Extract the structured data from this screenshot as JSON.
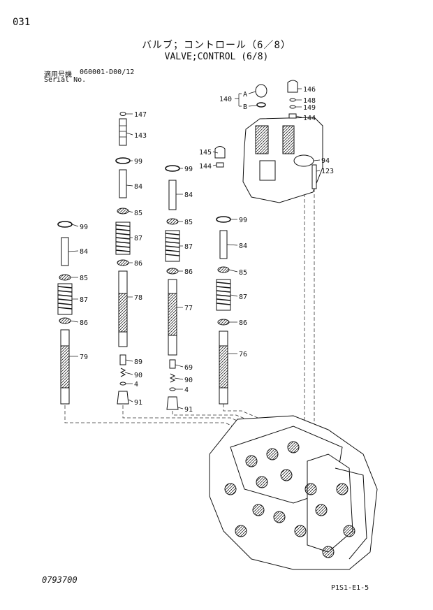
{
  "header": {
    "page_number": "031",
    "title_jp": "バルブ；コントロール（6／8）",
    "title_en": "VALVE;CONTROL (6/8)",
    "serial_label_jp": "適用号機",
    "serial_range": "060001-D00/12",
    "serial_label_en": "Serial No."
  },
  "footer": {
    "doc_code": "0793700",
    "page_code": "P1S1-E1-5"
  },
  "callouts": {
    "c147": "147",
    "c143": "143",
    "c99a": "99",
    "c84a": "84",
    "c85a": "85",
    "c87a": "87",
    "c86a": "86",
    "c78": "78",
    "c89": "89",
    "c90a": "90",
    "c4a": "4",
    "c91a": "91",
    "c99b": "99",
    "c84b": "84",
    "c85b": "85",
    "c87b": "87",
    "c86b": "86",
    "c77": "77",
    "c69": "69",
    "c90b": "90",
    "c4b": "4",
    "c91b": "91",
    "c99c": "99",
    "c84c": "84",
    "c85c": "85",
    "c87c": "87",
    "c86c": "86",
    "c79": "79",
    "c99d": "99",
    "c84d": "84",
    "c85d": "85",
    "c87d": "87",
    "c86d": "86",
    "c76": "76",
    "c140": "140",
    "cA": "A",
    "cB": "B",
    "c146": "146",
    "c148": "148",
    "c149": "149",
    "c144a": "144",
    "c145": "145",
    "c144b": "144",
    "c94": "94",
    "c123": "123"
  },
  "parts": [
    {
      "ref": "147",
      "type": "plug"
    },
    {
      "ref": "143",
      "type": "stem"
    },
    {
      "ref": "99",
      "type": "o-ring"
    },
    {
      "ref": "84",
      "type": "spacer"
    },
    {
      "ref": "85",
      "type": "seat"
    },
    {
      "ref": "87",
      "type": "spring"
    },
    {
      "ref": "86",
      "type": "seat"
    },
    {
      "ref": "78",
      "type": "spool"
    },
    {
      "ref": "77",
      "type": "spool"
    },
    {
      "ref": "79",
      "type": "spool"
    },
    {
      "ref": "76",
      "type": "spool"
    },
    {
      "ref": "89",
      "type": "poppet"
    },
    {
      "ref": "69",
      "type": "poppet"
    },
    {
      "ref": "90",
      "type": "spring"
    },
    {
      "ref": "4",
      "type": "ring"
    },
    {
      "ref": "91",
      "type": "plug"
    },
    {
      "ref": "140",
      "type": "plug-assembly"
    },
    {
      "ref": "146",
      "type": "cap"
    },
    {
      "ref": "148",
      "type": "ring"
    },
    {
      "ref": "149",
      "type": "ring"
    },
    {
      "ref": "144",
      "type": "nut"
    },
    {
      "ref": "145",
      "type": "cap"
    },
    {
      "ref": "94",
      "type": "cover"
    },
    {
      "ref": "123",
      "type": "bolt"
    }
  ]
}
